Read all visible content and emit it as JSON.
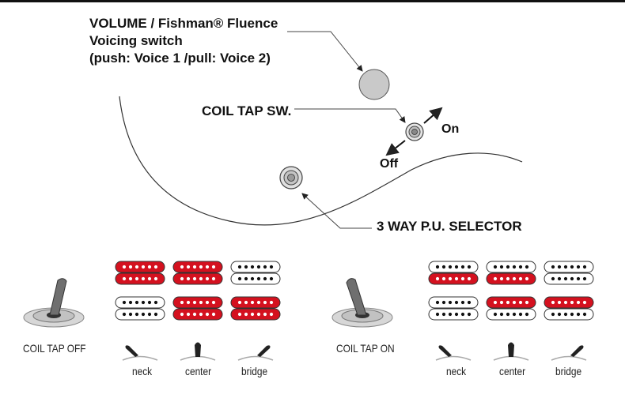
{
  "callouts": {
    "volume": {
      "line1": "VOLUME / Fishman® Fluence",
      "line2": "Voicing switch",
      "line3": "(push: Voice 1 /pull: Voice 2)"
    },
    "coil_tap": "COIL TAP SW.",
    "on": "On",
    "off": "Off",
    "selector": "3 WAY P.U. SELECTOR"
  },
  "panels": [
    {
      "title": "COIL TAP OFF",
      "positions": [
        "neck",
        "center",
        "bridge"
      ],
      "active_coils": {
        "neck": [
          "top-upper",
          "top-lower"
        ],
        "center": [
          "top-upper",
          "top-lower",
          "bottom-upper",
          "bottom-lower"
        ],
        "bridge": [
          "bottom-upper",
          "bottom-lower"
        ]
      }
    },
    {
      "title": "COIL TAP ON",
      "positions": [
        "neck",
        "center",
        "bridge"
      ],
      "active_coils": {
        "neck": [
          "top-lower"
        ],
        "center": [
          "top-lower",
          "bottom-upper"
        ],
        "bridge": [
          "bottom-upper"
        ]
      }
    }
  ],
  "colors": {
    "active_coil": "#d4111f",
    "inactive_coil": "#ffffff",
    "knob": "#c9c9c9",
    "text": "#111111"
  }
}
